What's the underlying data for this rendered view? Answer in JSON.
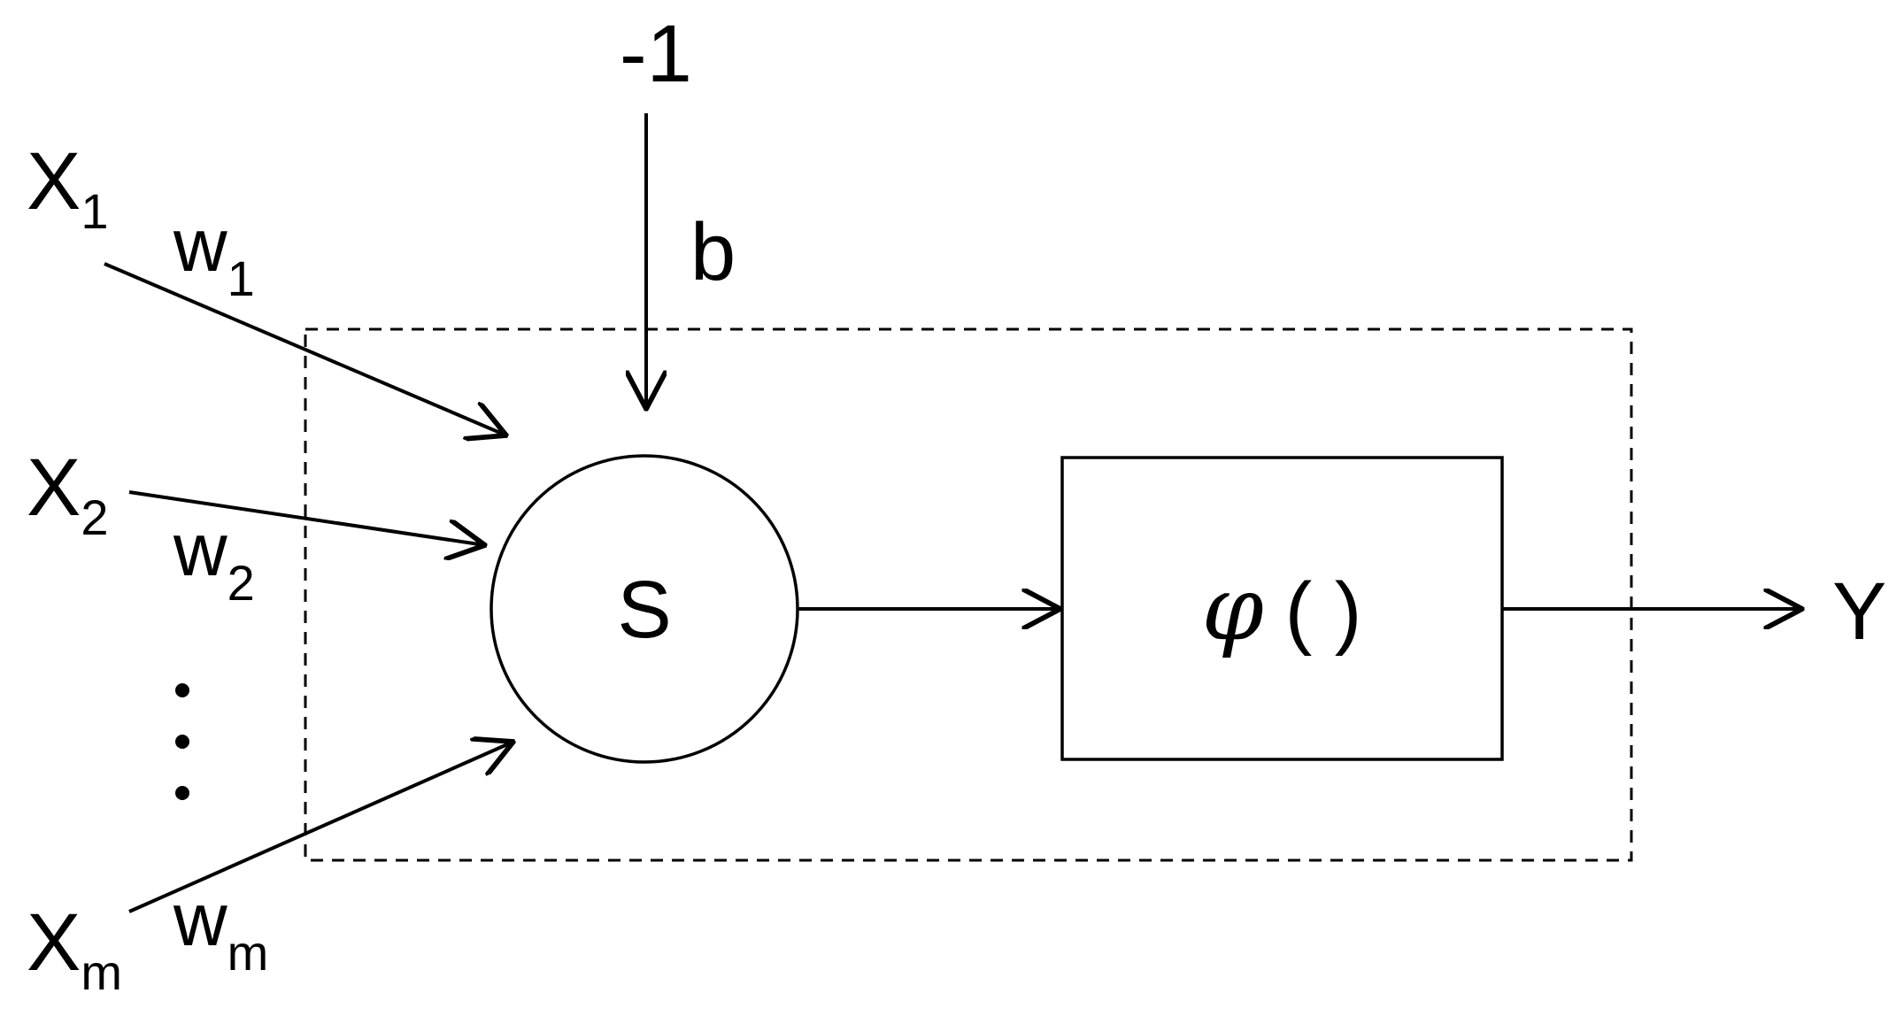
{
  "bias": {
    "input_value": "-1",
    "weight": "b"
  },
  "inputs": [
    {
      "symbol": "X",
      "subscript": "1",
      "weight_symbol": "w",
      "weight_subscript": "1"
    },
    {
      "symbol": "X",
      "subscript": "2",
      "weight_symbol": "w",
      "weight_subscript": "2"
    },
    {
      "symbol": "X",
      "subscript": "m",
      "weight_symbol": "w",
      "weight_subscript": "m"
    }
  ],
  "ellipsis": "⋮",
  "summation_node": {
    "label": "S"
  },
  "activation_block": {
    "function_symbol": "φ",
    "parentheses": "( )"
  },
  "output": {
    "label": "Y"
  },
  "colors": {
    "stroke": "#000000",
    "background": "#ffffff"
  }
}
